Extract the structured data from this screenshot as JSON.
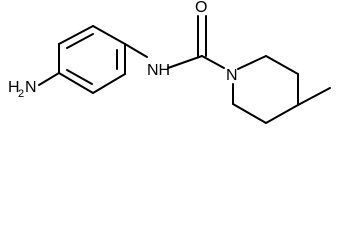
{
  "molecule": {
    "atoms": {
      "amine": {
        "symbol": "H",
        "subscript": "2",
        "element": "N"
      },
      "amide_nitrogen": "NH",
      "carbonyl_oxygen": "O",
      "ring_nitrogen": "N"
    }
  }
}
